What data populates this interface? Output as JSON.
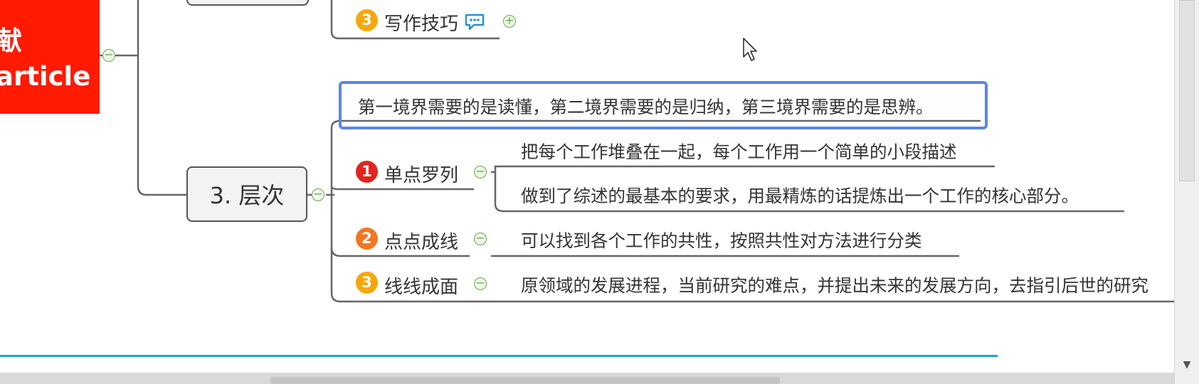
{
  "root": {
    "line1": "献",
    "line2": "article"
  },
  "topic3": {
    "label": "3. 层次"
  },
  "writing_tips": {
    "num": "3",
    "label": "写作技巧"
  },
  "summary": "第一境界需要的是读懂，第二境界需要的是归纳，第三境界需要的是思辨。",
  "branches": [
    {
      "num": "1",
      "label": "单点罗列",
      "children": [
        "把每个工作堆叠在一起，每个工作用一个简单的小段描述",
        "做到了综述的最基本的要求，用最精炼的话提炼出一个工作的核心部分。"
      ]
    },
    {
      "num": "2",
      "label": "点点成线",
      "children": [
        "可以找到各个工作的共性，按照共性对方法进行分类"
      ]
    },
    {
      "num": "3",
      "label": "线线成面",
      "children": [
        "原领域的发展进程，当前研究的难点，并提出未来的发展方向，去指引后世的研究"
      ]
    }
  ],
  "icons": {
    "collapse": "minus-circle-icon",
    "expand": "plus-circle-icon",
    "comment": "comment-icon",
    "cursor": "mouse-pointer-icon",
    "scroll_down": "chevron-down-icon"
  },
  "colors": {
    "root": "#ff1a00",
    "badge_red": "#e0251e",
    "badge_orange": "#f37623",
    "badge_yellow": "#f6a70c",
    "selection": "#5b86e5",
    "connector": "#666666",
    "collapse": "#6aa84f",
    "blue_rule": "#1ea0dc"
  },
  "scrollbar": {
    "down_glyph": "▼"
  }
}
